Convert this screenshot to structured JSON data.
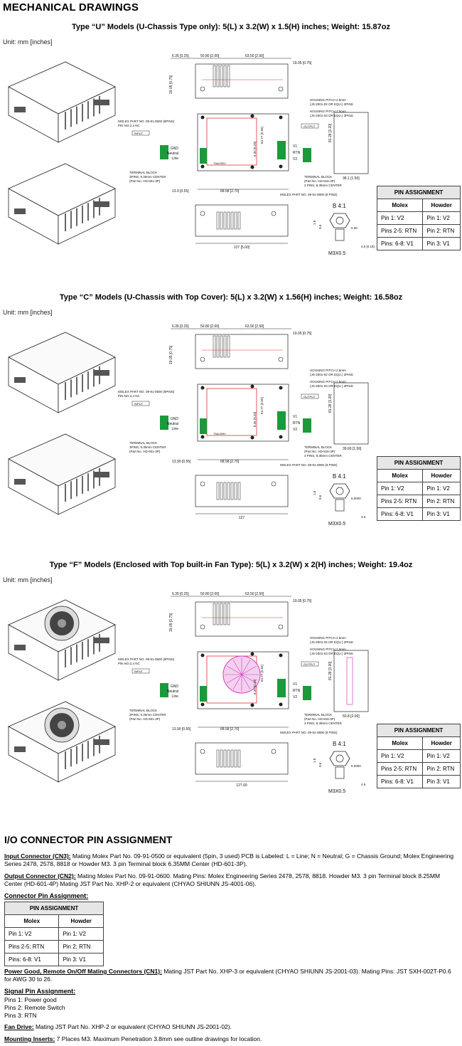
{
  "page": {
    "title": "MECHANICAL DRAWINGS",
    "unit_label": "Unit: mm [inches]"
  },
  "sections": [
    {
      "title": "Type “U” Models (U-Chassis Type only): 5(L) x 3.2(W) x 1.5(H) inches; Weight: 15.87oz",
      "dims": {
        "d1": "6.35 [0.25]",
        "d2": "50.80 [2.00]",
        "d3": "63.50 [2.50]",
        "d4": "19.05 [0.75]",
        "d5": "19.05 [0.75]",
        "d6": "64.77 [2.55]",
        "d7": "6.35 [0.25]",
        "d8": "13.9 [0.55]",
        "d9": "68.58 [2.70]",
        "d10": "81.28 [3.20]",
        "d11": "38.1 [1.50]",
        "d12": "127 [5.00]",
        "d13": "4.5 [0.18]"
      },
      "labels": {
        "molex_in": "MOLEX PART NO. 09-91-0500 (5PINS)",
        "pin_nc": "PIN NO.2,4 NC",
        "input": "INPUT",
        "gnd": "GND",
        "neutral": "Neutral",
        "line": "Line",
        "fuse": "T5A/250V",
        "tb_in": "TERMINAL BLOCK",
        "tb_in2": "3PINS, 6.35mm CENTER",
        "tb_in3": "(Part No. HD-601-3P)",
        "housing1": "HOUSING PITCH 2.5mm",
        "housing1b": "(JS-2001-02 OR EQU.) 2PINS",
        "housing2": "HOUSING PITCH 2.5mm",
        "housing2b": "(JS-2001-03 OR EQU.) 3PINS",
        "output": "OUTPUT",
        "v1": "V1",
        "rtn": "RTN",
        "v2": "V2",
        "tb_out": "TERMINAL BLOCK",
        "tb_out2": "(Part No. HD-816-3P)",
        "tb_out3": "3 PINS, 8.35mm CENTER",
        "molex_out": "MOLEX PART NO. 09-91-0800 (8 PINS)",
        "detail": "B 4:1",
        "screw": "M3X0.5",
        "d_a": "1.8",
        "d_b": "0.6",
        "d_c": "6.00"
      }
    },
    {
      "title": "Type “C” Models (U-Chassis with Top Cover): 5(L) x 3.2(W) x 1.56(H) inches; Weight: 16.58oz",
      "dims": {
        "d1": "6.35 [0.25]",
        "d2": "50.80 [2.00]",
        "d3": "63.50 [2.50]",
        "d4": "19.05 [0.75]",
        "d5": "19.05 [0.75]",
        "d6": "64.77 [2.55]",
        "d7": "8.35 [0.33]",
        "d8": "13.90 [0.55]",
        "d9": "68.58 [2.70]",
        "d10": "81.28 [3.20]",
        "d11": "39.60 [1.56]",
        "d12": "127",
        "d13": "4.5"
      },
      "labels": {
        "molex_in": "MOLEX PART NO. 09-91-0500 (5PINS)",
        "pin_nc": "PIN NO.2,4 NC",
        "input": "INPUT",
        "gnd": "GND",
        "neutral": "Neutral",
        "line": "Line",
        "fuse": "T5A/250V",
        "tb_in": "TERMINAL BLOCK",
        "tb_in2": "3PINS, 6.35mm CENTER",
        "tb_in3": "(Part No. HD-601-3P)",
        "housing1": "HOUSING PITCH 2.5mm",
        "housing1b": "(JS-2001-02 OR EQU.) 2PINS",
        "housing2": "HOUSING PITCH 2.5mm",
        "housing2b": "(JS-2001-03 OR EQU.) 3PINS",
        "output": "OUTPUT",
        "v1": "V1",
        "rtn": "RTN",
        "v2": "V2",
        "tb_out": "TERMINAL BLOCK",
        "tb_out2": "(Part No. HD-816-3P)",
        "tb_out3": "3 PINS, 8.35mm CENTER",
        "molex_out": "MOLEX PART NO. 09-91-0800 (8 PINS)",
        "detail": "B 4:1",
        "screw": "M3X0.5",
        "d_a": "1.8",
        "d_b": "0.6",
        "d_c": "6.0000"
      }
    },
    {
      "title": "Type “F” Models (Enclosed with Top built-in Fan Type): 5(L) x 3.2(W) x 2(H) inches; Weight: 19.4oz",
      "dims": {
        "d1": "6.35 [0.25]",
        "d2": "50.80 [2.00]",
        "d3": "63.50 [2.50]",
        "d4": "19.05 [0.75]",
        "d5": "19.05 [0.75]",
        "d6": "64.77 [2.55]",
        "d7": "8.35 [0.33]",
        "d8": "13.90 [0.55]",
        "d9": "68.58 [2.70]",
        "d10": "81.28 [3.20]",
        "d11": "50.8 [2.00]",
        "d12": "127.00",
        "d13": "4.5"
      },
      "labels": {
        "molex_in": "MOLEX PART NO. 09-91-0500 (5PINS)",
        "pin_nc": "PIN NO.2,4 NC",
        "input": "INPUT",
        "gnd": "GND",
        "neutral": "Neutral",
        "line": "Line",
        "fuse": "",
        "tb_in": "TERMINAL BLOCK",
        "tb_in2": "3PINS, 6.35mm CENTER",
        "tb_in3": "(Part No. HD-601-3P)",
        "housing1": "HOUSING PITCH 2.5mm",
        "housing1b": "(JS-2001-02 OR EQU.) 2PINS",
        "housing2": "HOUSING PITCH 2.5mm",
        "housing2b": "(JS-2001-03 OR EQU.) 3PINS",
        "output": "OUTPUT",
        "v1": "V1",
        "rtn": "RTN",
        "v2": "V2",
        "tb_out": "TERMINAL BLOCK",
        "tb_out2": "(Part No. HD-816-3P)",
        "tb_out3": "3 PINS, 8.35mm CENTER",
        "molex_out": "MOLEX PART NO. 09-91-0800 (8 PINS)",
        "detail": "B 4:1",
        "screw": "M3X0.5",
        "d_a": "1.8",
        "d_b": "0.6",
        "d_c": "6.0000"
      }
    }
  ],
  "pin_table": {
    "title": "PIN ASSIGNMENT",
    "headers": [
      "Molex",
      "Howder"
    ],
    "rows": [
      [
        "Pin 1: V2",
        "Pin 1: V2"
      ],
      [
        "Pins 2-5: RTN",
        "Pin 2: RTN"
      ],
      [
        "Pins: 6-8: V1",
        "Pin 3: V1"
      ]
    ]
  },
  "io": {
    "title": "I/O CONNECTOR PIN ASSIGNMENT",
    "input_label": "Input Connector (CN3):",
    "input_text": " Mating Molex Part No. 09-91-0500 or equivalent (5pin, 3 used) PCB is Labeled: L = Line; N = Neutral; G = Chassis Ground; Molex Engineering Series 2478, 2578, 8818 or Howder M3. 3 pin Terminal block 6.35MM Center (HD-601-3P).",
    "output_label": "Output Connector (CN2):",
    "output_text": " Mating Molex Part No. 09-91-0600. Mating Pins: Molex Engineering Series 2478, 2578, 8818. Howder M3. 3 pin Terminal block 8.25MM Center (HD-601-4P) Mating JST Part No. XHP-2 or equivalent (CHYAO SHIUNN JS-4001-06).",
    "connector_heading": "Connector Pin Assignment:",
    "power_label": "Power Good, Remote On/Off Mating Connectors (CN1):",
    "power_text": " Mating JST Part No. XHP-3 or equivalent (CHYAO SHIUNN JS-2001-03). Mating Pins: JST SXH-002T-P0.6 for AWG 30 to 26.",
    "signal_heading": "Signal Pin Assignment:",
    "signal_pins": [
      "Pins 1: Power good",
      "Pins 2: Remote Switch",
      "Pins 3: RTN"
    ],
    "fan_label": "Fan Drive:",
    "fan_text": " Mating JST Part No. XHP-2 or equivalent (CHYAO SHIUNN JS-2001-02).",
    "mount_label": "Mounting Inserts:",
    "mount_text": " 7 Places M3. Maximum Penetration 3.8mm see outline drawings for location."
  },
  "colors": {
    "pcb_red": "#e03030",
    "pcb_green": "#1a9a3a",
    "fan_magenta": "#d040c0",
    "line": "#222222"
  }
}
